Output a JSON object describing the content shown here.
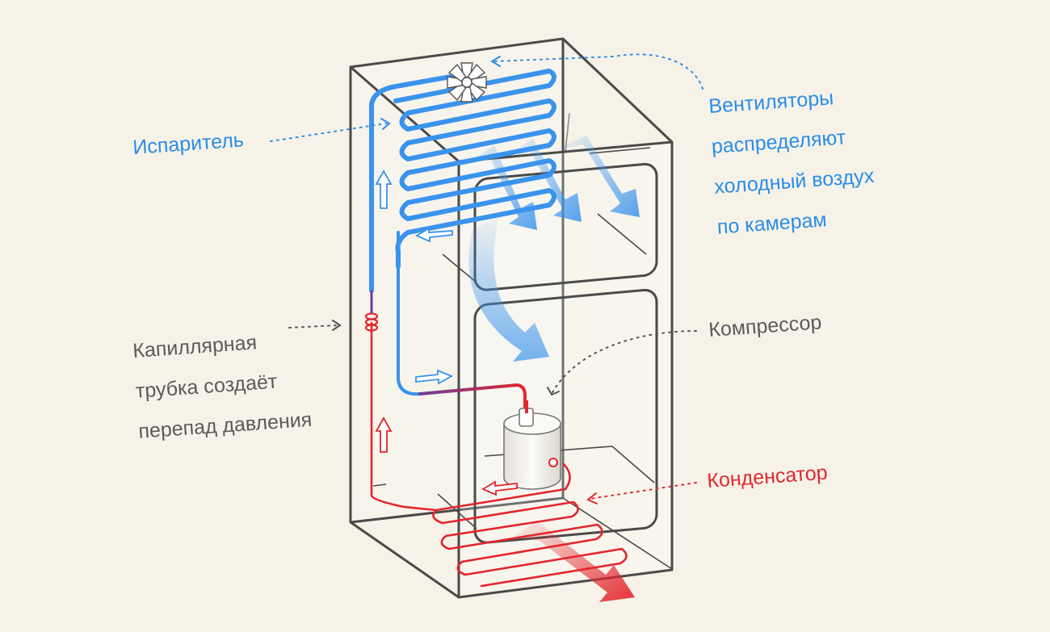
{
  "labels": {
    "evaporator": "Испаритель",
    "fans": [
      "Вентиляторы",
      "распределяют",
      "холодный воздух",
      "по камерам"
    ],
    "capillary": [
      "Капиллярная",
      "трубка создаёт",
      "перепад давления"
    ],
    "compressor": "Компрессор",
    "condenser": "Конденсатор"
  },
  "colors": {
    "background": "#f6f2e8",
    "cold": "#3a93ec",
    "hot": "#e3262d",
    "outline": "#4a4a4a",
    "label_blue": "#2a8ee6",
    "label_red": "#e0282e",
    "label_gray": "#5a5a5a"
  },
  "icons": [
    "fan-icon",
    "flow-arrow-icon",
    "air-flow-arrow-icon",
    "compressor-icon"
  ]
}
